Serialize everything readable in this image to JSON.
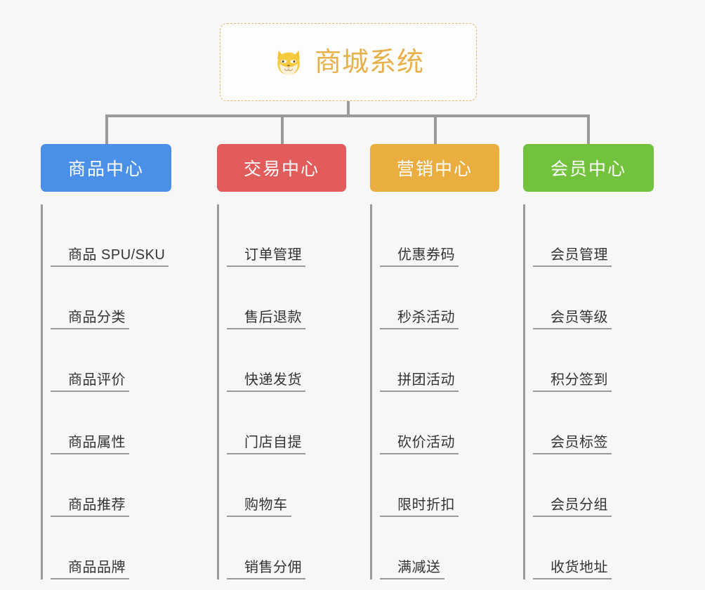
{
  "root": {
    "title": "商城系统",
    "icon": "shiba-dog-icon",
    "border_color": "#e4b768",
    "title_color": "#e8b04b",
    "background": "#fdfdfc"
  },
  "canvas": {
    "background": "#f7f7f7",
    "connector_color": "#9a9a9a"
  },
  "columns": [
    {
      "header": "商品中心",
      "color": "#4a90e8",
      "items": [
        "商品 SPU/SKU",
        "商品分类",
        "商品评价",
        "商品属性",
        "商品推荐",
        "商品品牌"
      ]
    },
    {
      "header": "交易中心",
      "color": "#e25c5c",
      "items": [
        "订单管理",
        "售后退款",
        "快递发货",
        "门店自提",
        "购物车",
        "销售分佣"
      ]
    },
    {
      "header": "营销中心",
      "color": "#eaad40",
      "items": [
        "优惠券码",
        "秒杀活动",
        "拼团活动",
        "砍价活动",
        "限时折扣",
        "满减送"
      ]
    },
    {
      "header": "会员中心",
      "color": "#73c23e",
      "items": [
        "会员管理",
        "会员等级",
        "积分签到",
        "会员标签",
        "会员分组",
        "收货地址"
      ]
    }
  ]
}
